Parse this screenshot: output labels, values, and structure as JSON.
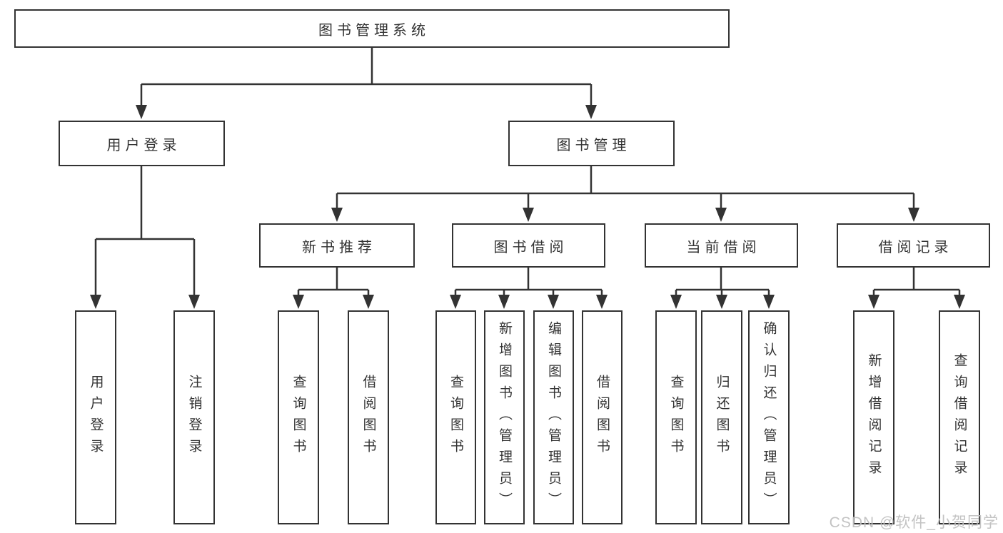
{
  "diagram": {
    "root": {
      "label": "图书管理系统"
    },
    "branches": [
      {
        "label": "用户登录",
        "leaves": [
          {
            "label": "用户登录"
          },
          {
            "label": "注销登录"
          }
        ]
      },
      {
        "label": "图书管理",
        "modules": [
          {
            "label": "新书推荐",
            "leaves": [
              {
                "label": "查询图书"
              },
              {
                "label": "借阅图书"
              }
            ]
          },
          {
            "label": "图书借阅",
            "leaves": [
              {
                "label": "查询图书"
              },
              {
                "label": "新增图书（管理员）"
              },
              {
                "label": "编辑图书（管理员）"
              },
              {
                "label": "借阅图书"
              }
            ]
          },
          {
            "label": "当前借阅",
            "leaves": [
              {
                "label": "查询图书"
              },
              {
                "label": "归还图书"
              },
              {
                "label": "确认归还（管理员）"
              }
            ]
          },
          {
            "label": "借阅记录",
            "leaves": [
              {
                "label": "新增借阅记录"
              },
              {
                "label": "查询借阅记录"
              }
            ]
          }
        ]
      }
    ]
  },
  "watermark": {
    "text": "CSDN @软件_小贺同学"
  },
  "colors": {
    "line": "#333333",
    "box_border": "#333333",
    "text": "#333333",
    "background": "#ffffff",
    "watermark": "#c0c0c0"
  }
}
